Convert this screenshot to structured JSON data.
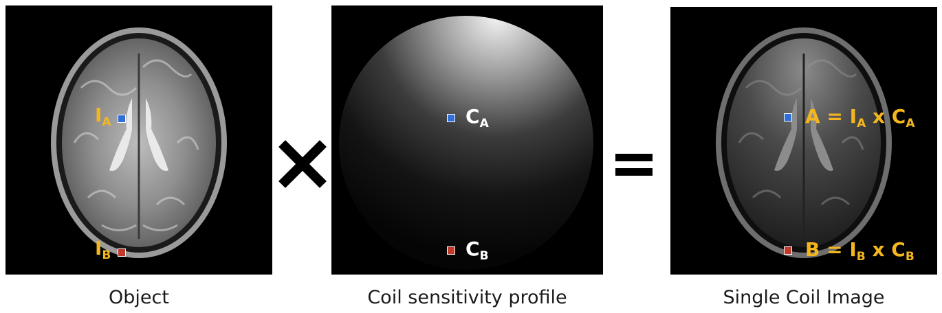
{
  "panels": {
    "object": {
      "caption": "Object",
      "label_a": {
        "main": "I",
        "sub": "A"
      },
      "label_b": {
        "main": "I",
        "sub": "B"
      }
    },
    "coil": {
      "caption": "Coil sensitivity profile",
      "label_a": {
        "main": "C",
        "sub": "A"
      },
      "label_b": {
        "main": "C",
        "sub": "B"
      }
    },
    "single": {
      "caption": "Single Coil Image",
      "eq_a": {
        "lhs": "A = ",
        "i": "I",
        "i_sub": "A",
        "mid": " x ",
        "c": "C",
        "c_sub": "A"
      },
      "eq_b": {
        "lhs": "B = ",
        "i": "I",
        "i_sub": "B",
        "mid": " x ",
        "c": "C",
        "c_sub": "B"
      }
    }
  },
  "operators": {
    "times": "×",
    "equals": "="
  },
  "colors": {
    "label_yellow": "#f3b61f",
    "marker_a": "#2f6fd6",
    "marker_b": "#c0392b"
  }
}
